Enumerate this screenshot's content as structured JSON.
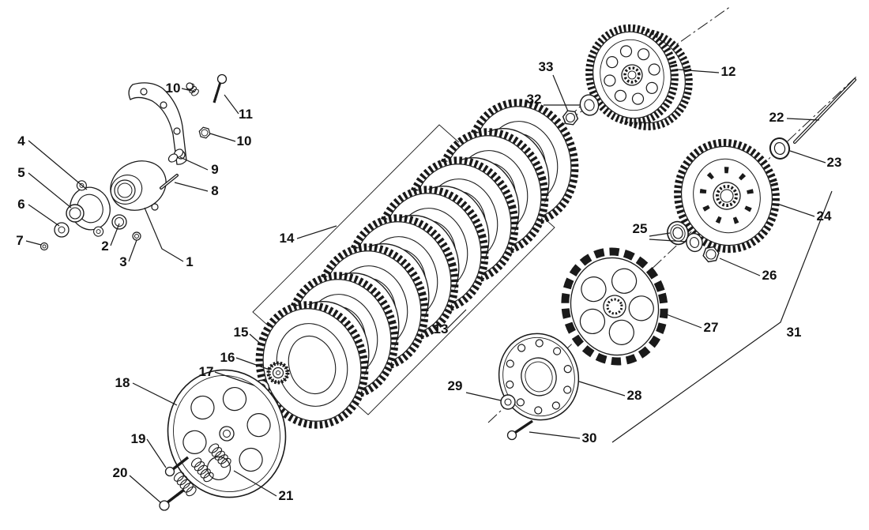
{
  "diagram": {
    "background": "#ffffff",
    "line_color": "#1a1a1a",
    "label_color": "#111111"
  },
  "callouts": {
    "c1": "1",
    "c2": "2",
    "c3": "3",
    "c4": "4",
    "c5": "5",
    "c6": "6",
    "c7": "7",
    "c8": "8",
    "c9": "9",
    "c10a": "10",
    "c10b": "10",
    "c11": "11",
    "c12": "12",
    "c13": "13",
    "c14": "14",
    "c15": "15",
    "c16": "16",
    "c17": "17",
    "c18": "18",
    "c19": "19",
    "c20": "20",
    "c21": "21",
    "c22": "22",
    "c23": "23",
    "c24": "24",
    "c25": "25",
    "c26": "26",
    "c27": "27",
    "c28": "28",
    "c29": "29",
    "c30": "30",
    "c31": "31",
    "c32": "32",
    "c33": "33"
  }
}
